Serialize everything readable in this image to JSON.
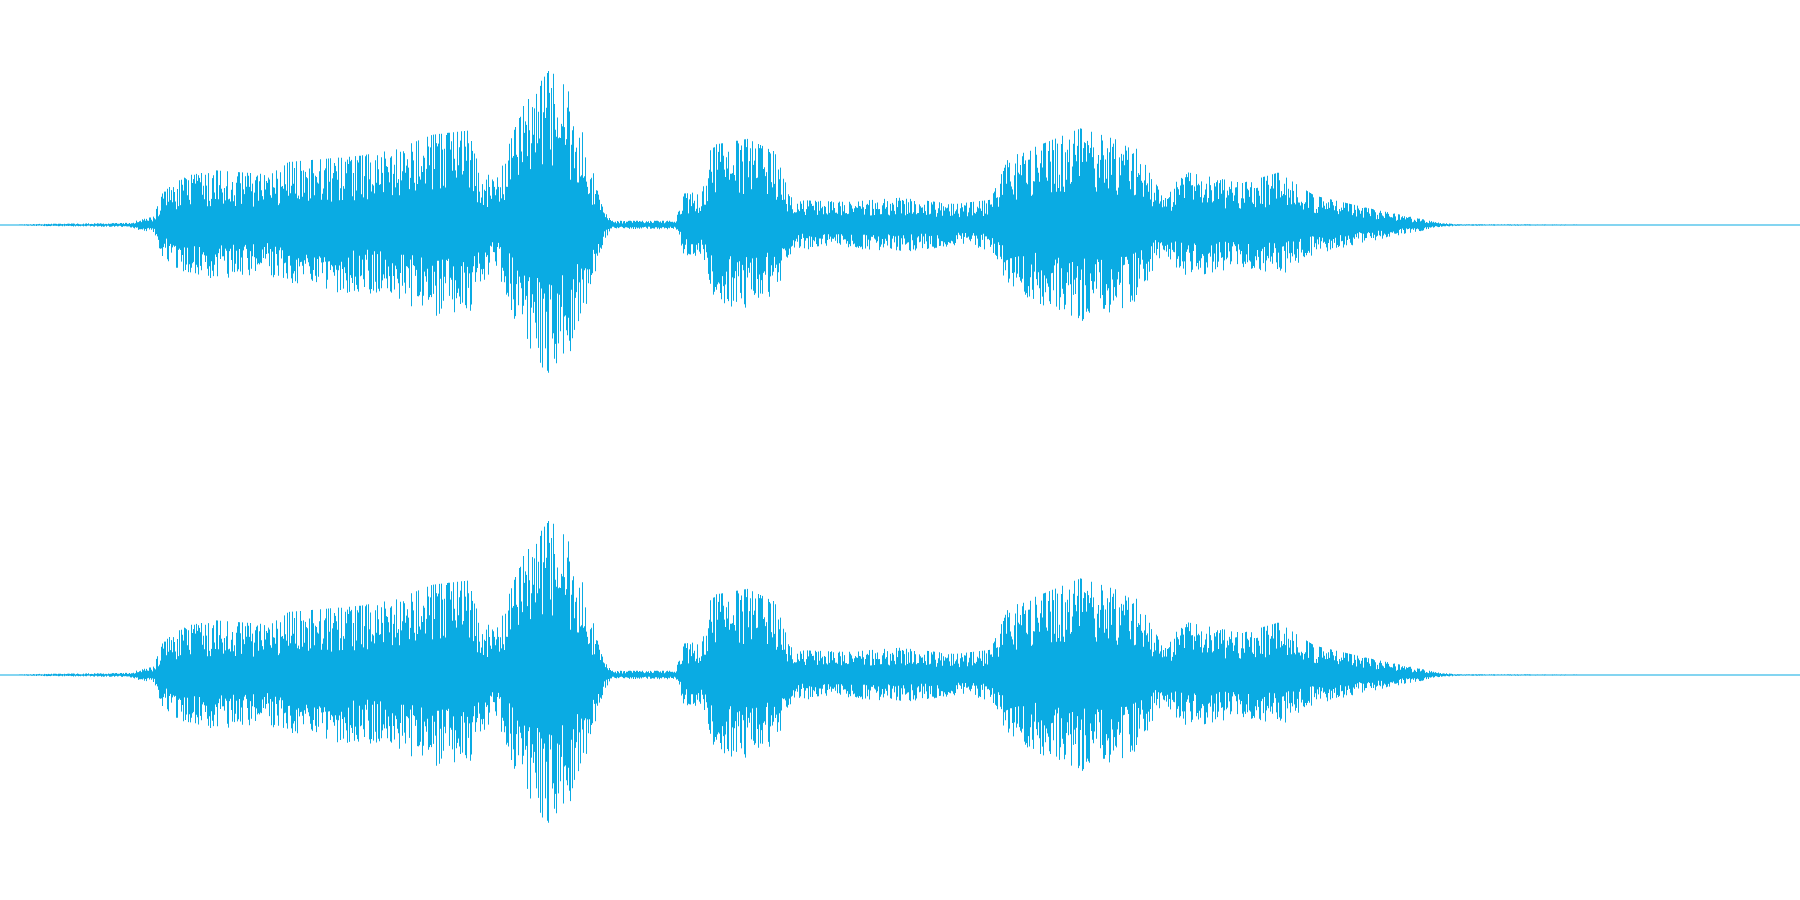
{
  "waveform": {
    "color": "#0aabe3",
    "background": "#ffffff",
    "channels": [
      {
        "name": "channel-left"
      },
      {
        "name": "channel-right"
      }
    ],
    "envelope_profile": [
      [
        0.0,
        0.0
      ],
      [
        0.02,
        0.005
      ],
      [
        0.05,
        0.008
      ],
      [
        0.07,
        0.01
      ],
      [
        0.085,
        0.04
      ],
      [
        0.09,
        0.15
      ],
      [
        0.1,
        0.23
      ],
      [
        0.12,
        0.26
      ],
      [
        0.15,
        0.24
      ],
      [
        0.16,
        0.3
      ],
      [
        0.2,
        0.33
      ],
      [
        0.22,
        0.36
      ],
      [
        0.24,
        0.43
      ],
      [
        0.26,
        0.45
      ],
      [
        0.265,
        0.3
      ],
      [
        0.275,
        0.2
      ],
      [
        0.29,
        0.56
      ],
      [
        0.305,
        0.74
      ],
      [
        0.315,
        0.65
      ],
      [
        0.325,
        0.4
      ],
      [
        0.335,
        0.08
      ],
      [
        0.34,
        0.02
      ],
      [
        0.375,
        0.02
      ],
      [
        0.38,
        0.15
      ],
      [
        0.39,
        0.16
      ],
      [
        0.395,
        0.38
      ],
      [
        0.415,
        0.41
      ],
      [
        0.43,
        0.35
      ],
      [
        0.44,
        0.12
      ],
      [
        0.47,
        0.11
      ],
      [
        0.5,
        0.13
      ],
      [
        0.53,
        0.1
      ],
      [
        0.55,
        0.12
      ],
      [
        0.56,
        0.32
      ],
      [
        0.6,
        0.46
      ],
      [
        0.63,
        0.38
      ],
      [
        0.645,
        0.15
      ],
      [
        0.66,
        0.25
      ],
      [
        0.69,
        0.2
      ],
      [
        0.71,
        0.25
      ],
      [
        0.73,
        0.14
      ],
      [
        0.76,
        0.08
      ],
      [
        0.8,
        0.01
      ],
      [
        0.81,
        0.004
      ],
      [
        1.0,
        0.0
      ]
    ]
  }
}
